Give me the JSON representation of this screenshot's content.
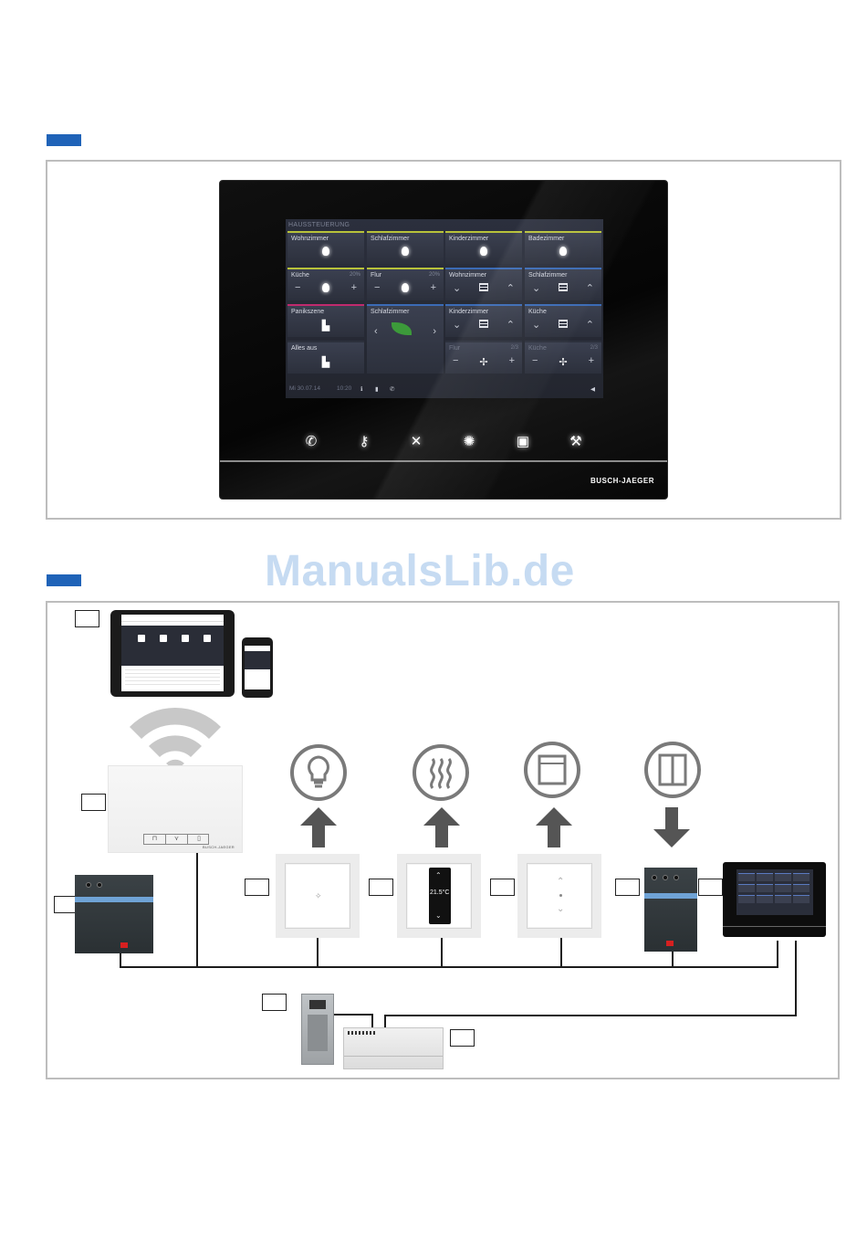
{
  "panel": {
    "screen_title": "HAUSSTEUERUNG",
    "tiles": [
      {
        "label": "Wohnzimmer",
        "value": "",
        "icon": "bulb-icon",
        "accent": "#b8c23a"
      },
      {
        "label": "Schlafzimmer",
        "value": "",
        "icon": "bulb-icon",
        "accent": "#b8c23a"
      },
      {
        "label": "Kinderzimmer",
        "value": "",
        "icon": "bulb-icon",
        "accent": "#b8c23a"
      },
      {
        "label": "Badezimmer",
        "value": "",
        "icon": "bulb-icon",
        "accent": "#b8c23a"
      },
      {
        "label": "Küche",
        "value": "20%",
        "icon": "dimmer",
        "accent": "#b8c23a"
      },
      {
        "label": "Flur",
        "value": "20%",
        "icon": "dimmer",
        "accent": "#b8c23a"
      },
      {
        "label": "Wohnzimmer",
        "value": "",
        "icon": "blind",
        "accent": "#3b6bb5"
      },
      {
        "label": "Schlafzimmer",
        "value": "",
        "icon": "blind",
        "accent": "#3b6bb5"
      },
      {
        "label": "Panikszene",
        "value": "",
        "icon": "scene",
        "accent": "#c02a6d"
      },
      {
        "label": "Schlafzimmer",
        "value": "",
        "icon": "leaf",
        "accent": "#3b6bb5"
      },
      {
        "label": "Kinderzimmer",
        "value": "",
        "icon": "blind",
        "accent": "#3b6bb5"
      },
      {
        "label": "Küche",
        "value": "",
        "icon": "blind",
        "accent": "#3b6bb5"
      },
      {
        "label": "Alles aus",
        "value": "",
        "icon": "scene",
        "accent": ""
      },
      {
        "label": "Flur",
        "value": "2/3",
        "icon": "fan",
        "accent": ""
      },
      {
        "label": "Küche",
        "value": "2/3",
        "icon": "fan",
        "accent": ""
      }
    ],
    "status": {
      "date": "Mi 30.07.14",
      "time": "10:20"
    },
    "brand": "BUSCH-JAEGER",
    "buttons": [
      "phone-icon",
      "key-icon",
      "mute-icon",
      "light-icon",
      "camera-icon",
      "wrench-icon"
    ]
  },
  "watermark": "ManualsLib.de",
  "overview": {
    "gateway_brand": "BUSCH-JAEGER",
    "thermostat_readout": "21.5°C"
  },
  "colors": {
    "figure_tab": "#1f63b8",
    "accent_light": "#b8c23a",
    "accent_blind": "#3b6bb5",
    "accent_scene": "#c02a6d"
  }
}
